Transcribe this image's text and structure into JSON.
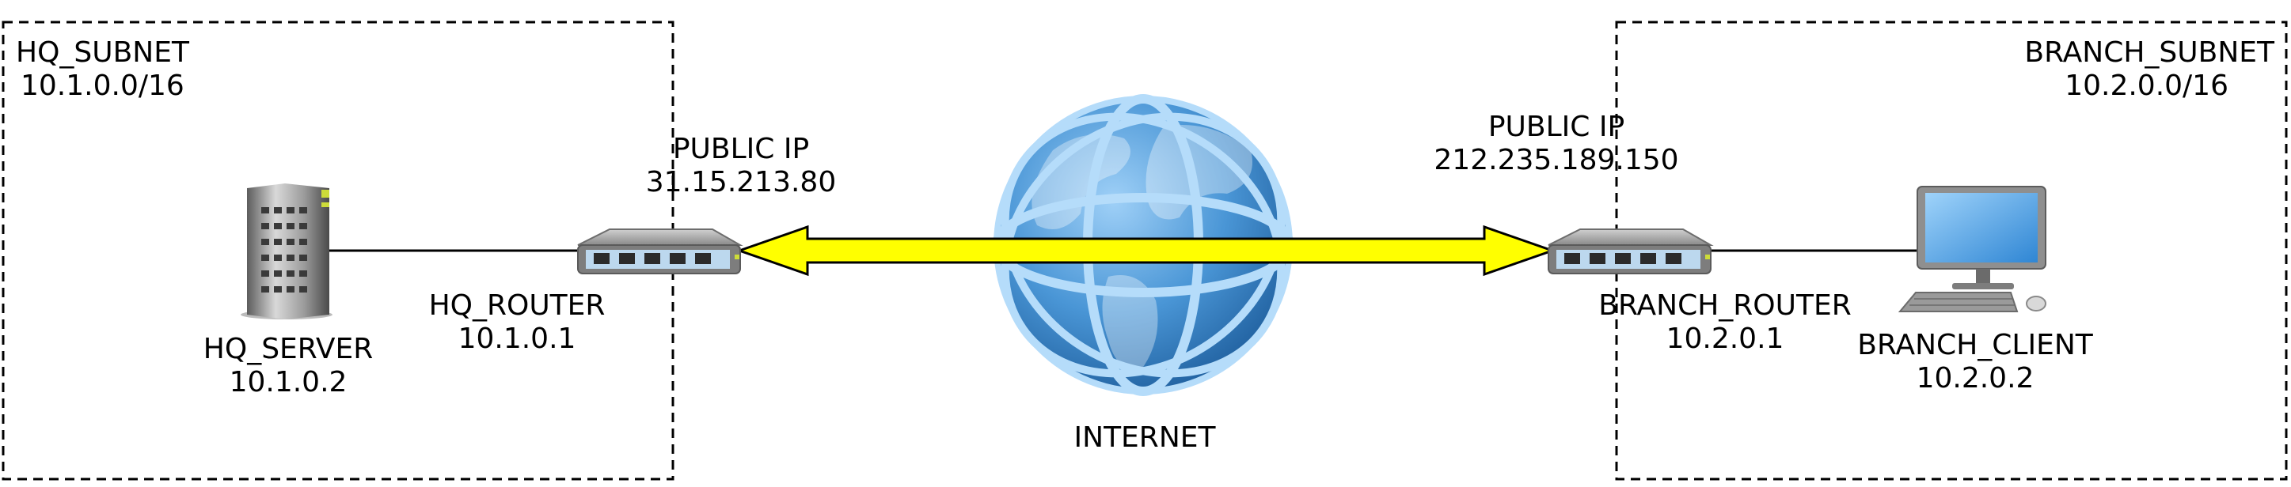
{
  "hq_subnet": {
    "name": "HQ_SUBNET",
    "cidr": "10.1.0.0/16"
  },
  "branch_subnet": {
    "name": "BRANCH_SUBNET",
    "cidr": "10.2.0.0/16"
  },
  "hq_server": {
    "name": "HQ_SERVER",
    "ip": "10.1.0.2"
  },
  "hq_router": {
    "name": "HQ_ROUTER",
    "ip": "10.1.0.1",
    "public_label": "PUBLIC IP",
    "public_ip": "31.15.213.80"
  },
  "internet": {
    "name": "INTERNET"
  },
  "branch_router": {
    "name": "BRANCH_ROUTER",
    "ip": "10.2.0.1",
    "public_label": "PUBLIC IP",
    "public_ip": "212.235.189.150"
  },
  "branch_client": {
    "name": "BRANCH_CLIENT",
    "ip": "10.2.0.2"
  },
  "colors": {
    "tunnel_arrow": "#ffff00",
    "globe": "#3b82c8",
    "globe_light": "#a9d4f5",
    "router_body": "#8c8c8c",
    "monitor_screen": "#4aa3e8"
  }
}
